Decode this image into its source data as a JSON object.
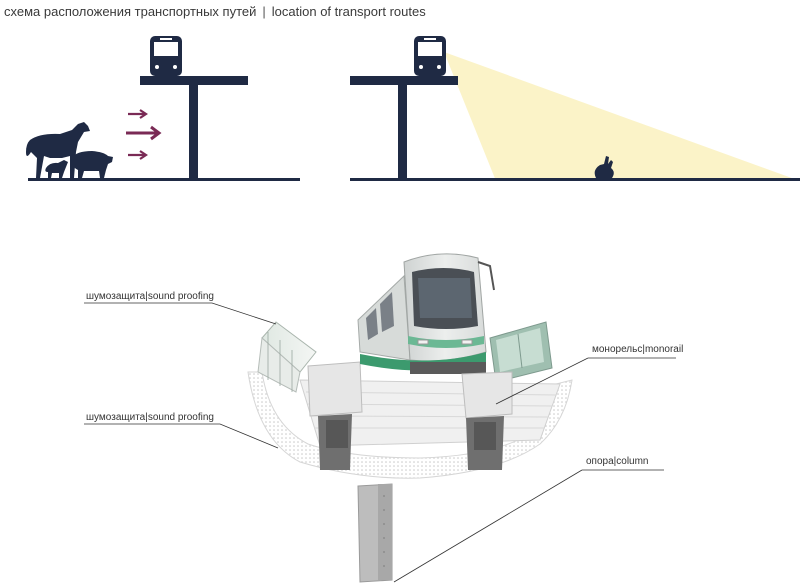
{
  "header": {
    "title_ru": "схема расположения транспортных путей",
    "separator": "|",
    "title_en": "location of transport routes"
  },
  "labels": {
    "sound_proofing_top": "шумозащита|sound proofing",
    "sound_proofing_bottom": "шумозащита|sound proofing",
    "monorail": "монорельс|monorail",
    "column": "опора|column"
  },
  "colors": {
    "structure": "#1f2a44",
    "arrow": "#7a2a55",
    "light_cone": "#fbf3c8",
    "accent_stripe": "#3c9a6e"
  }
}
